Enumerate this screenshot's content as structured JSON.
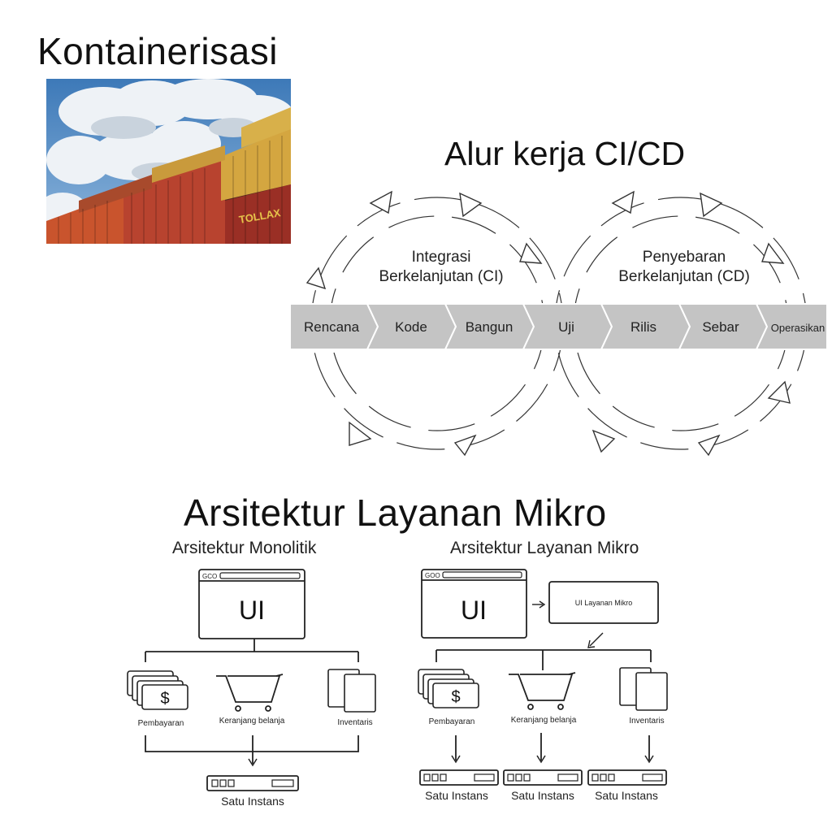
{
  "containerization": {
    "title": "Kontainerisasi",
    "photo_icon": "shipping-containers-photo",
    "photo_text": "TOLLAX"
  },
  "cicd": {
    "title": "Alur kerja CI/CD",
    "ci_label_line1": "Integrasi",
    "ci_label_line2": "Berkelanjutan (CI)",
    "cd_label_line1": "Penyebaran",
    "cd_label_line2": "Berkelanjutan (CD)",
    "stages": [
      "Rencana",
      "Kode",
      "Bangun",
      "Uji",
      "Rilis",
      "Sebar",
      "Operasikan"
    ],
    "stage_color": "#c4c4c4"
  },
  "microservices": {
    "title": "Arsitektur Layanan Mikro",
    "monolith": {
      "heading": "Arsitektur Monolitik",
      "ui_label": "UI",
      "window_dots": "GCO",
      "services": [
        "Pembayaran",
        "Keranjang belanja",
        "Inventaris"
      ],
      "instance_label": "Satu Instans"
    },
    "micro": {
      "heading": "Arsitektur Layanan Mikro",
      "ui_label": "UI",
      "window_dots": "GOO",
      "ui_service_label": "UI Layanan Mikro",
      "services": [
        "Pembayaran",
        "Keranjang belanja",
        "Inventaris"
      ],
      "instance_labels": [
        "Satu Instans",
        "Satu Instans",
        "Satu Instans"
      ]
    }
  }
}
